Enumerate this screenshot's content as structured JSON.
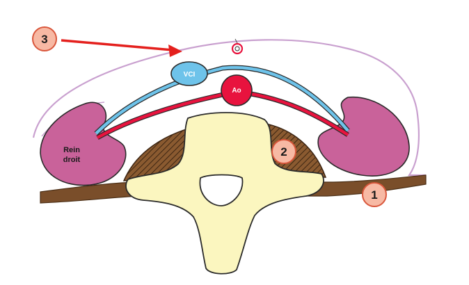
{
  "labels": {
    "vci": "VCI",
    "ao": "Ao",
    "kidney_line1": "Rein",
    "kidney_line2": "droit"
  },
  "markers": [
    {
      "id": "marker-1",
      "text": "1"
    },
    {
      "id": "marker-2",
      "text": "2"
    },
    {
      "id": "marker-3",
      "text": "3"
    }
  ],
  "colors": {
    "peritoneum": "#c9a0cf",
    "kidney": "#c9629a",
    "vci": "#6ec3ea",
    "aorta": "#e8133e",
    "vertebra": "#fbf6bf",
    "muscle": "#7a4e2a",
    "arrow": "#e4201d",
    "marker_fill": "#f7b9a4",
    "marker_stroke": "#d9563b"
  }
}
